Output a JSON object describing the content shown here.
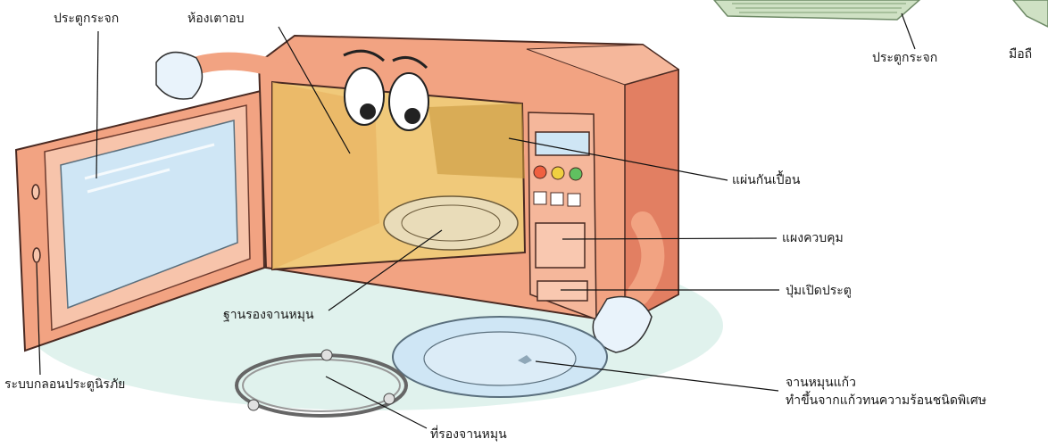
{
  "labels": {
    "glass_door": "ประตูกระจก",
    "oven_cavity": "ห้องเตาอบ",
    "glass_door_inset": "ประตูกระจก",
    "handle_inset": "มือถื",
    "splash_guard": "แผ่นกันเปื้อน",
    "control_panel": "แผงควบคุม",
    "door_open_button": "ปุ่มเปิดประตู",
    "turntable_support": "ฐานรองจานหมุน",
    "safety_door_latch": "ระบบกลอนประตูนิรภัย",
    "glass_turntable": "จานหมุนแก้ว",
    "glass_turntable_note": "ทำขึ้นจากแก้วทนความร้อนชนิดพิเศษ",
    "turntable_ring": "ที่รองจานหมุน"
  },
  "colors": {
    "oven_body": "#f2a382",
    "oven_shadow": "#e27f62",
    "cavity": "#f0c97a",
    "glass": "#cfe6f5",
    "floor": "#d8efe8",
    "hand": "#e9f3fb",
    "leader": "#111111"
  }
}
